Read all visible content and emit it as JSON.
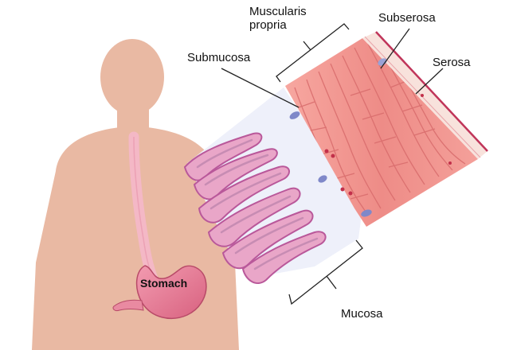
{
  "labels": {
    "muscularis_line1": "Muscularis",
    "muscularis_line2": "propria",
    "subserosa": "Subserosa",
    "serosa": "Serosa",
    "submucosa": "Submucosa",
    "stomach": "Stomach",
    "mucosa": "Mucosa"
  },
  "colors": {
    "skin": "#e9b9a3",
    "esophagus": "#f4b8c6",
    "stomach": "#e77a93",
    "muscle": "#f08a86",
    "muscle_fiber": "#d86b6c",
    "submucosa": "#eef0fa",
    "mucosa_fold": "#e9a6c8",
    "fold_center": "#c78cb3",
    "vessel": "#7f88c9",
    "serosa_line": "#c0355a",
    "leader": "#222222"
  }
}
